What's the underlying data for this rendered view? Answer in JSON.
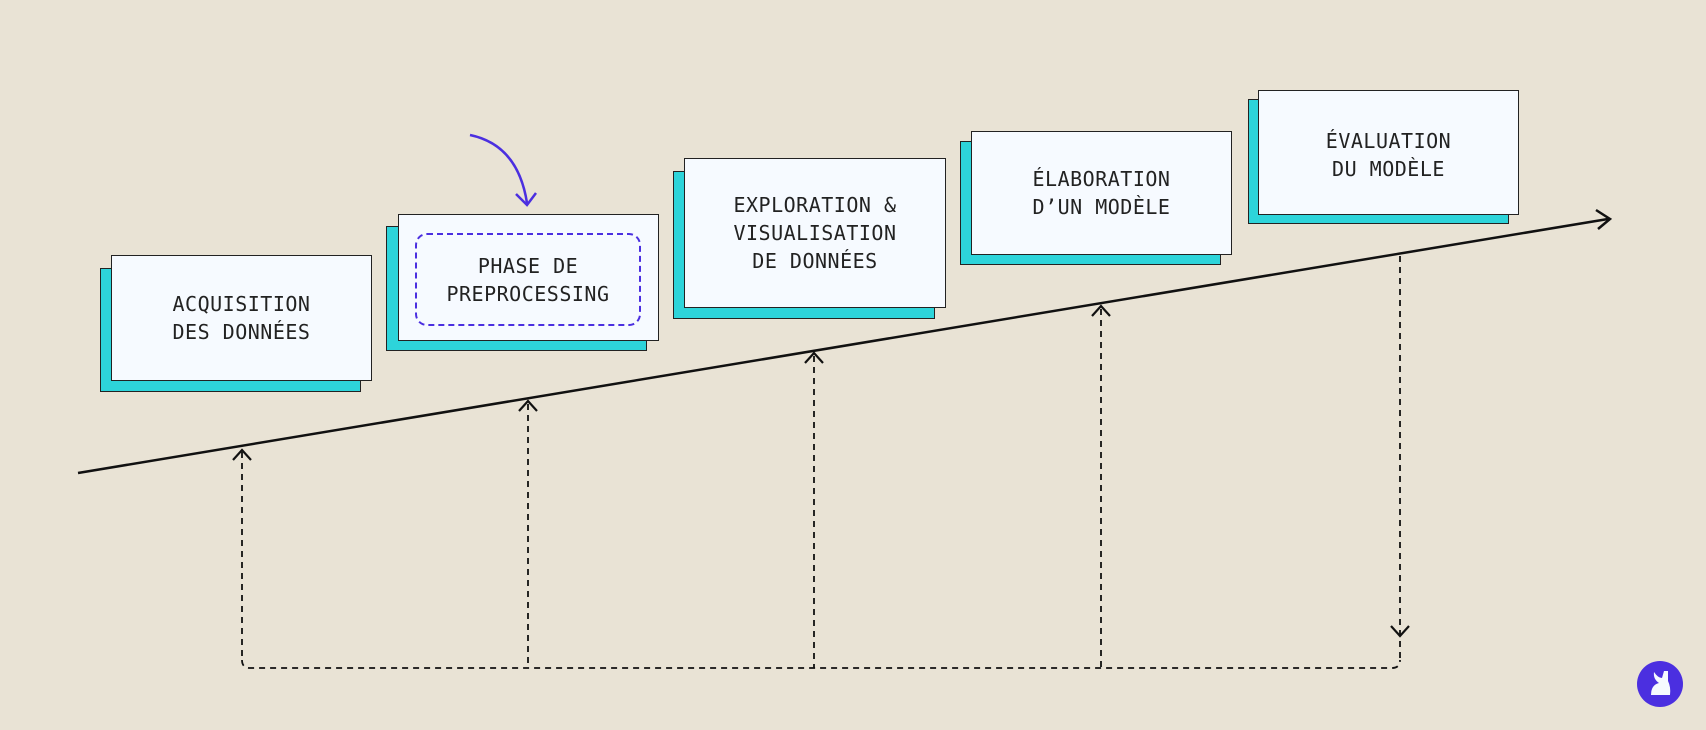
{
  "steps": [
    {
      "line1": "ACQUISITION",
      "line2": "DES DONNÉES"
    },
    {
      "line1": "PHASE DE",
      "line2": "PREPROCESSING"
    },
    {
      "line1": "EXPLORATION &",
      "line2": "VISUALISATION",
      "line3": "DE DONNÉES"
    },
    {
      "line1": "ÉLABORATION",
      "line2": "D’UN MODÈLE"
    },
    {
      "line1": "ÉVALUATION",
      "line2": "DU MODÈLE"
    }
  ],
  "colors": {
    "background": "#e9e3d5",
    "card_shadow": "#2dd4da",
    "card": "#f6faff",
    "accent": "#4b2fe0"
  },
  "logo": "griffin-logo"
}
